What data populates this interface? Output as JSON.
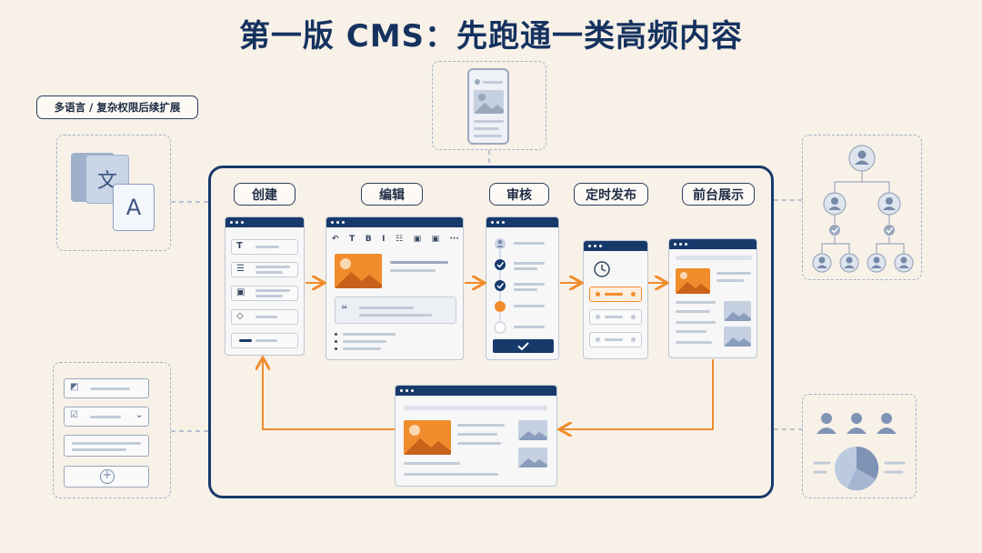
{
  "title": "第一版 CMS：先跑通一类高频内容",
  "note": "多语言 / 复杂权限后续扩展",
  "steps": [
    "创建",
    "编辑",
    "审核",
    "定时发布",
    "前台展示"
  ],
  "translate_icon": {
    "left": "文",
    "right": "A"
  },
  "colors": {
    "navy": "#173a6b",
    "orange": "#f08c2c",
    "gray": "#c2cbd8",
    "background": "#f8f1e8"
  },
  "icons": [
    "translate-icon",
    "mobile-preview-icon",
    "org-permission-icon",
    "form-builder-icon",
    "analytics-icon",
    "clock-icon",
    "check-icon"
  ]
}
